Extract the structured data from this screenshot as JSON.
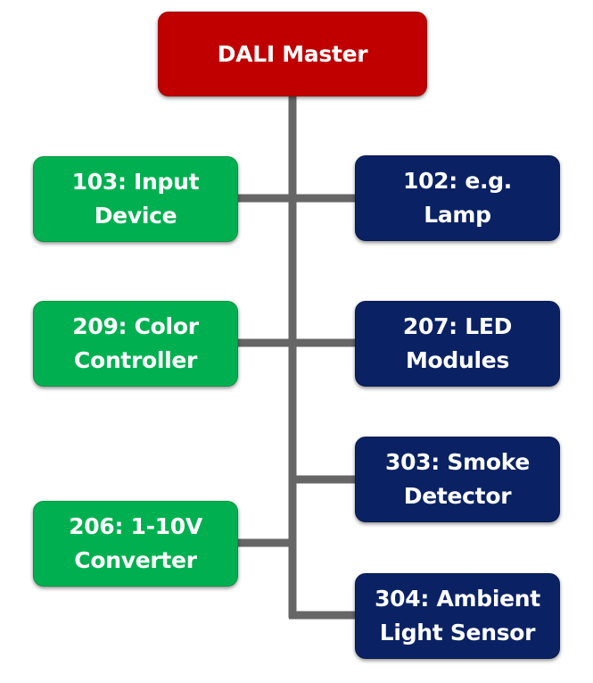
{
  "diagram": {
    "master": {
      "label": "DALI Master"
    },
    "left_nodes": [
      {
        "line1": "103: Input",
        "line2": "Device"
      },
      {
        "line1": "209: Color",
        "line2": "Controller"
      },
      {
        "line1": "206: 1-10V",
        "line2": "Converter"
      }
    ],
    "right_nodes": [
      {
        "line1": "102: e.g.",
        "line2": "Lamp"
      },
      {
        "line1": "207: LED",
        "line2": "Modules"
      },
      {
        "line1": "303: Smoke",
        "line2": "Detector"
      },
      {
        "line1": "304: Ambient",
        "line2": "Light Sensor"
      }
    ],
    "colors": {
      "master": "#c00000",
      "input_devices": "#00b050",
      "control_gear": "#0a2264",
      "bus_line": "#666666"
    }
  }
}
